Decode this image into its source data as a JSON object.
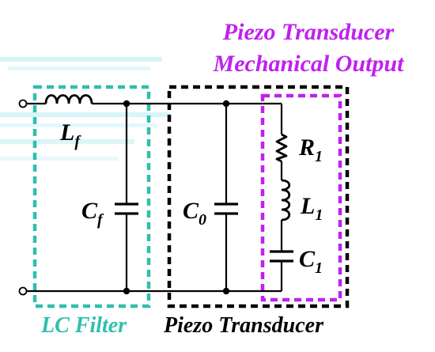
{
  "colors": {
    "background": "#ffffff",
    "wire": "#000000",
    "lc_filter": "#2fbfae",
    "piezo_box": "#000000",
    "mechanical_box": "#c020f0",
    "haze": "#b8ecf2"
  },
  "output_title": {
    "line1": "Piezo Transducer",
    "line2": "Mechanical Output"
  },
  "groups": {
    "lc_filter": "LC Filter",
    "piezo_transducer": "Piezo Transducer"
  },
  "components": {
    "lf": {
      "base": "L",
      "sub": "f"
    },
    "cf": {
      "base": "C",
      "sub": "f"
    },
    "c0": {
      "base": "C",
      "sub": "0"
    },
    "r1": {
      "base": "R",
      "sub": "1"
    },
    "l1": {
      "base": "L",
      "sub": "1"
    },
    "c1": {
      "base": "C",
      "sub": "1"
    }
  }
}
